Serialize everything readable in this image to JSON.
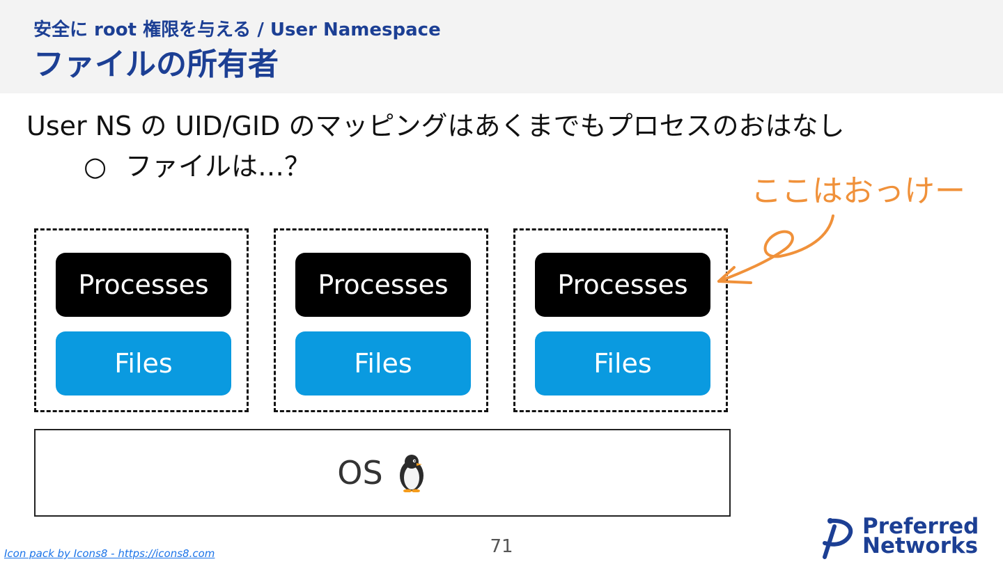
{
  "header": {
    "subtitle": "安全に root 権限を与える / User Namespace",
    "title": "ファイルの所有者"
  },
  "body": {
    "line1": "User NS の UID/GID のマッピングはあくまでもプロセスのおはなし",
    "bullet": "○",
    "line2": "ファイルは…？"
  },
  "diagram": {
    "namespaces": [
      {
        "processes": "Processes",
        "files": "Files"
      },
      {
        "processes": "Processes",
        "files": "Files"
      },
      {
        "processes": "Processes",
        "files": "Files"
      }
    ],
    "os_label": "OS",
    "os_icon": "penguin-icon"
  },
  "annotation": {
    "text": "ここはおっけー",
    "color": "#f0913a"
  },
  "footer": {
    "page_number": "71",
    "credit": "Icon pack by Icons8 - https://icons8.com",
    "logo_line1": "Preferred",
    "logo_line2": "Networks"
  },
  "colors": {
    "title": "#1c3f94",
    "processes_bg": "#000000",
    "files_bg": "#0a9ae0",
    "header_bg": "#f3f3f3"
  }
}
